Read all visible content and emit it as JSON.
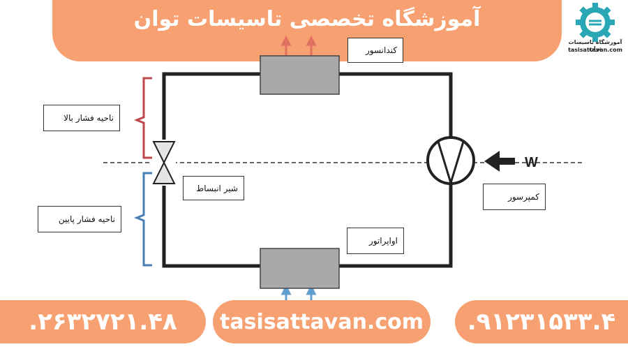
{
  "header": {
    "title": "آموزشگاه تخصصی تاسیسات توان",
    "logo_name": "آموزشگاه تاسیسات توان",
    "logo_url": "tasisattavan.com"
  },
  "diagram": {
    "condenser_label": "کندانسور",
    "high_pressure_label": "ناحیه فشار بالا",
    "low_pressure_label": "ناحیه فشار پایین",
    "valve_label": "شیر انبساط",
    "compressor_label": "کمپرسور",
    "evaporator_label": "اواپراتور",
    "work_label": "W"
  },
  "footer": {
    "phone_left": ".۲۶۳۲۷۲۱.۴۸",
    "website": "tasisattavan.com",
    "phone_right": ".۹۱۲۳۱۵۳۳.۴"
  },
  "colors": {
    "accent": "#f7a071",
    "high_pressure_bracket": "#c0464b",
    "low_pressure_bracket": "#4a7fb5",
    "heat_exchanger": "#a9a9a9",
    "pipe": "#222222"
  }
}
